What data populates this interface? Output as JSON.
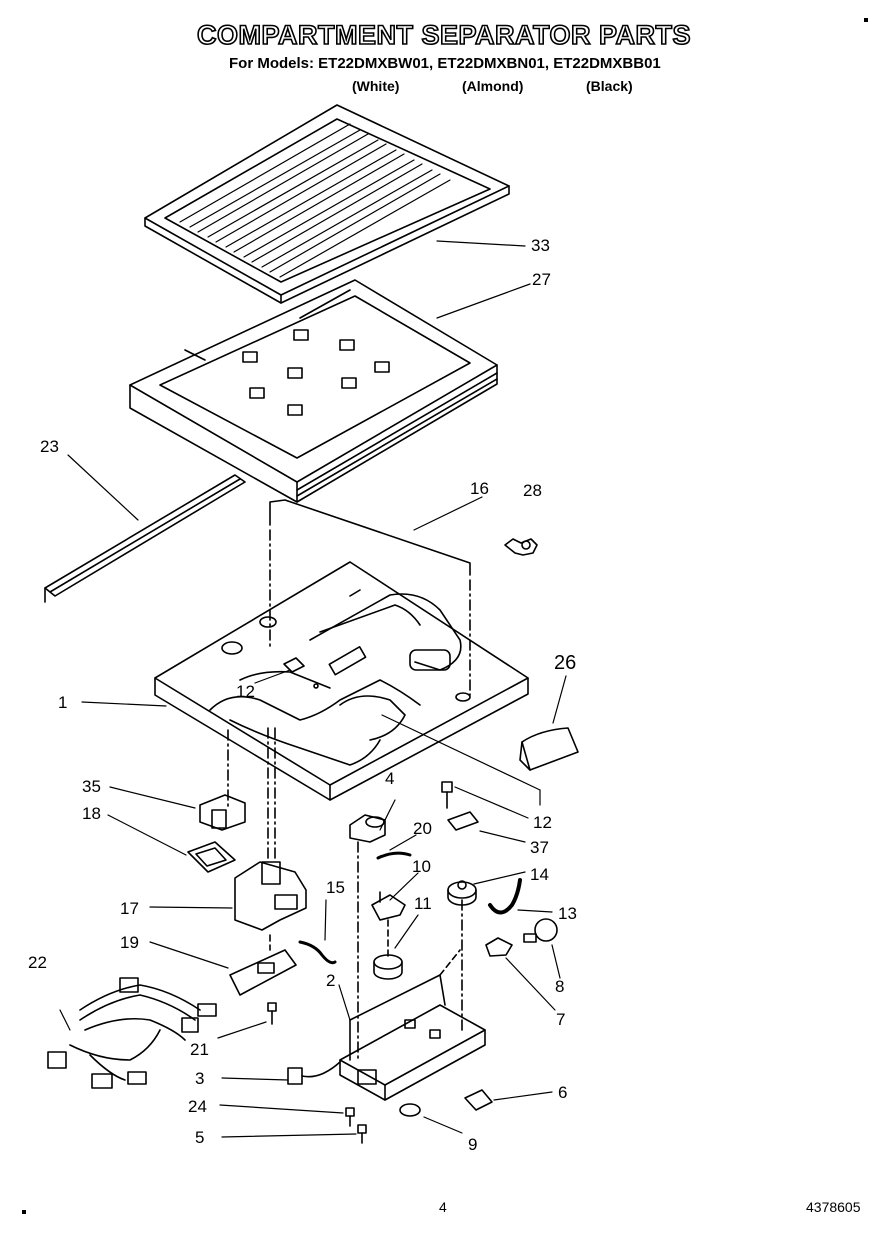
{
  "header": {
    "title": "COMPARTMENT SEPARATOR PARTS",
    "models": "For Models: ET22DMXBW01, ET22DMXBN01, ET22DMXBB01",
    "finishes": [
      "(White)",
      "(Almond)",
      "(Black)"
    ]
  },
  "callouts": [
    "33",
    "27",
    "23",
    "16",
    "28",
    "26",
    "1",
    "12",
    "35",
    "18",
    "4",
    "12",
    "20",
    "37",
    "10",
    "14",
    "15",
    "17",
    "11",
    "13",
    "19",
    "22",
    "8",
    "2",
    "7",
    "21",
    "3",
    "6",
    "24",
    "9",
    "5"
  ],
  "footer": {
    "page_number": "4",
    "part_number": "4378605"
  }
}
